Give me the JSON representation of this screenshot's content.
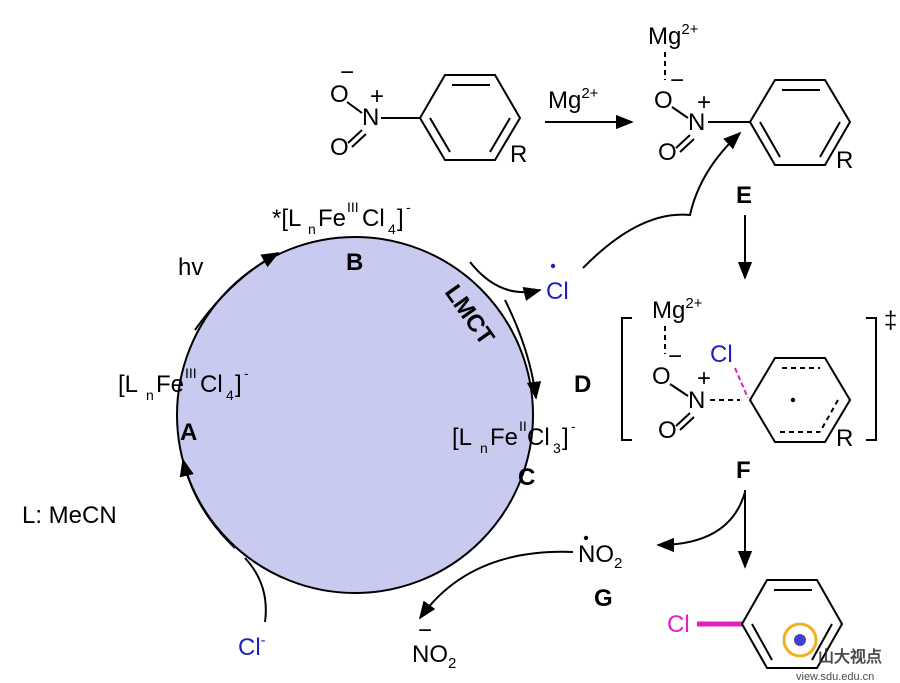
{
  "labels": {
    "A": "A",
    "B": "B",
    "C": "C",
    "D": "D",
    "E": "E",
    "F": "F",
    "G": "G",
    "hv": "hv",
    "lmct": "LMCT",
    "legend": "L: MeCN",
    "mg2plus": "Mg2+",
    "R": "R",
    "O": "O",
    "N": "N",
    "Cl": "Cl",
    "no2": "NO2",
    "minus": "−",
    "plus": "+",
    "dagger": "‡"
  },
  "colors": {
    "cycle_fill": "#c9caf0",
    "blue_text": "#1f1fbf",
    "pink_bond": "#e020c0"
  }
}
